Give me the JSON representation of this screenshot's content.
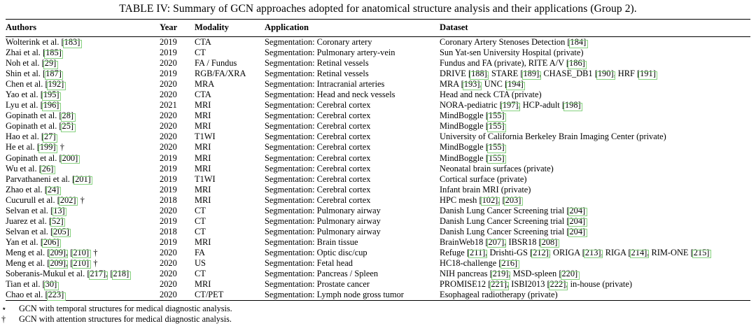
{
  "caption": "TABLE IV: Summary of GCN approaches adopted for anatomical structure analysis and their applications (Group 2).",
  "columns": {
    "authors": "Authors",
    "year": "Year",
    "modality": "Modality",
    "application": "Application",
    "dataset": "Dataset"
  },
  "highlight_color": "#86d17f",
  "rows": [
    {
      "authors": "Wolterink et al. [183]",
      "year": "2019",
      "modality": "CTA",
      "application": "Segmentation: Coronary artery",
      "dataset": "Coronary Artery Stenoses Detection [184]"
    },
    {
      "authors": "Zhai et al. [185]",
      "year": "2019",
      "modality": "CT",
      "application": "Segmentation: Pulmonary artery-vein",
      "dataset": "Sun Yat-sen University Hospital (private)"
    },
    {
      "authors": "Noh et al. [29]",
      "year": "2020",
      "modality": "FA / Fundus",
      "application": "Segmentation: Retinal vessels",
      "dataset": "Fundus and FA (private), RITE A/V [186]"
    },
    {
      "authors": "Shin et al. [187]",
      "year": "2019",
      "modality": "RGB/FA/XRA",
      "application": "Segmentation: Retinal vessels",
      "dataset": "DRIVE [188], STARE [189], CHASE_DB1 [190], HRF [191]"
    },
    {
      "authors": "Chen et al. [192]",
      "year": "2020",
      "modality": "MRA",
      "application": "Segmentation: Intracranial arteries",
      "dataset": "MRA [193], UNC [194]"
    },
    {
      "authors": "Yao et al. [195]",
      "year": "2020",
      "modality": "CTA",
      "application": "Segmentation: Head and neck vessels",
      "dataset": "Head and neck CTA (private)"
    },
    {
      "authors": "Lyu et al. [196]",
      "year": "2021",
      "modality": "MRI",
      "application": "Segmentation: Cerebral cortex",
      "dataset": "NORA-pediatric [197], HCP-adult [198]"
    },
    {
      "authors": "Gopinath et al. [28]",
      "year": "2020",
      "modality": "MRI",
      "application": "Segmentation: Cerebral cortex",
      "dataset": "MindBoggle [155]"
    },
    {
      "authors": "Gopinath et al. [25]",
      "year": "2020",
      "modality": "MRI",
      "application": "Segmentation: Cerebral cortex",
      "dataset": "MindBoggle [155]"
    },
    {
      "authors": "Hao et al. [27]",
      "year": "2020",
      "modality": "T1WI",
      "application": "Segmentation: Cerebral cortex",
      "dataset": "University of California Berkeley Brain Imaging Center (private)"
    },
    {
      "authors": "He et al. [199] †",
      "year": "2020",
      "modality": "MRI",
      "application": "Segmentation: Cerebral cortex",
      "dataset": "MindBoggle [155]"
    },
    {
      "authors": "Gopinath et al. [200]",
      "year": "2019",
      "modality": "MRI",
      "application": "Segmentation: Cerebral cortex",
      "dataset": "MindBoggle [155]"
    },
    {
      "authors": "Wu et al. [26]",
      "year": "2019",
      "modality": "MRI",
      "application": "Segmentation: Cerebral cortex",
      "dataset": "Neonatal brain surfaces (private)"
    },
    {
      "authors": "Parvathaneni et al. [201]",
      "year": "2019",
      "modality": "T1WI",
      "application": "Segmentation: Cerebral cortex",
      "dataset": "Cortical surface (private)"
    },
    {
      "authors": "Zhao et al. [24]",
      "year": "2019",
      "modality": "MRI",
      "application": "Segmentation: Cerebral cortex",
      "dataset": "Infant brain MRI (private)"
    },
    {
      "authors": "Cucurull et al. [202] †",
      "year": "2018",
      "modality": "MRI",
      "application": "Segmentation: Cerebral cortex",
      "dataset": "HPC mesh [102], [203]"
    },
    {
      "authors": "Selvan et al. [13]",
      "year": "2020",
      "modality": "CT",
      "application": "Segmentation: Pulmonary airway",
      "dataset": "Danish Lung Cancer Screening trial [204]"
    },
    {
      "authors": "Juarez et al. [52]",
      "year": "2019",
      "modality": "CT",
      "application": "Segmentation: Pulmonary airway",
      "dataset": "Danish Lung Cancer Screening trial [204]"
    },
    {
      "authors": "Selvan et al. [205]",
      "year": "2018",
      "modality": "CT",
      "application": "Segmentation: Pulmonary airway",
      "dataset": "Danish Lung Cancer Screening trial [204]"
    },
    {
      "authors": "Yan et al. [206]",
      "year": "2019",
      "modality": "MRI",
      "application": "Segmentation: Brain tissue",
      "dataset": "BrainWeb18 [207], IBSR18 [208]"
    },
    {
      "authors": "Meng et al. [209], [210] †",
      "year": "2020",
      "modality": "FA",
      "application": "Segmentation: Optic disc/cup",
      "dataset": "Refuge [211], Drishti-GS [212], ORIGA [213], RIGA [214], RIM-ONE [215]"
    },
    {
      "authors": "Meng et al. [209], [210] †",
      "year": "2020",
      "modality": "US",
      "application": "Segmentation: Fetal head",
      "dataset": "HC18-challenge [216]"
    },
    {
      "authors": "Soberanis-Mukul et al. [217], [218]",
      "year": "2020",
      "modality": "CT",
      "application": "Segmentation: Pancreas / Spleen",
      "dataset": "NIH pancreas [219], MSD-spleen [220]"
    },
    {
      "authors": "Tian et al. [30]",
      "year": "2020",
      "modality": "MRI",
      "application": "Segmentation: Prostate cancer",
      "dataset": "PROMISE12 [221], ISBI2013 [222], in-house (private)"
    },
    {
      "authors": "Chao et al. [223]",
      "year": "2020",
      "modality": "CT/PET",
      "application": "Segmentation: Lymph node gross tumor",
      "dataset": "Esophageal radiotherapy (private)"
    }
  ],
  "footnotes": [
    {
      "mark": "⋆",
      "text": "GCN with temporal structures for medical diagnostic analysis."
    },
    {
      "mark": "†",
      "text": "GCN with attention structures for medical diagnostic analysis."
    }
  ]
}
